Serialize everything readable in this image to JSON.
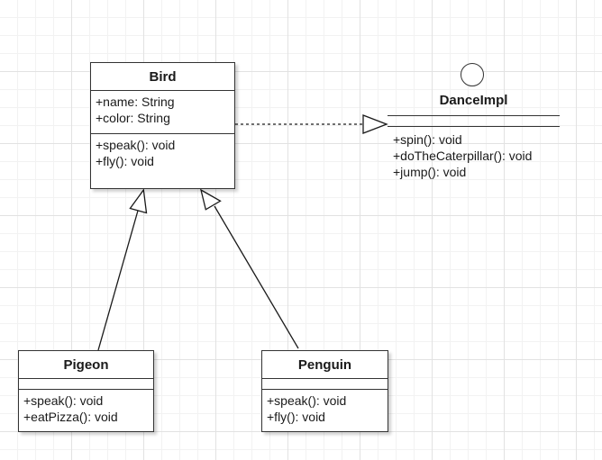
{
  "classes": {
    "bird": {
      "name": "Bird",
      "attributes": [
        "+name: String",
        "+color: String"
      ],
      "operations": [
        "+speak(): void",
        "+fly(): void"
      ]
    },
    "pigeon": {
      "name": "Pigeon",
      "operations": [
        "+speak(): void",
        "+eatPizza(): void"
      ]
    },
    "penguin": {
      "name": "Penguin",
      "operations": [
        "+speak(): void",
        "+fly(): void"
      ]
    }
  },
  "interface": {
    "name": "DanceImpl",
    "operations": [
      "+spin(): void",
      "+doTheCaterpillar(): void",
      "+jump(): void"
    ]
  },
  "relations": [
    {
      "type": "generalization",
      "from": "Pigeon",
      "to": "Bird"
    },
    {
      "type": "generalization",
      "from": "Penguin",
      "to": "Bird"
    },
    {
      "type": "realization",
      "from": "Bird",
      "to": "DanceImpl"
    }
  ]
}
